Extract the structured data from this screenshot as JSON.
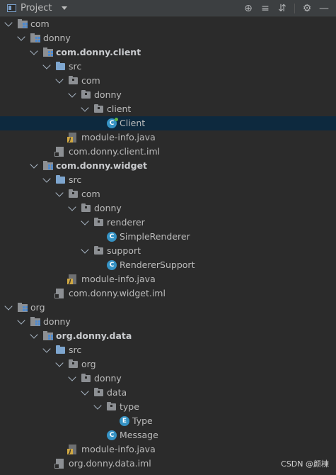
{
  "toolbar": {
    "title": "Project"
  },
  "tree": [
    {
      "label": "com",
      "depth": 0,
      "kind": "modfolder",
      "expanded": true,
      "bold": false
    },
    {
      "label": "donny",
      "depth": 1,
      "kind": "modfolder",
      "expanded": true,
      "bold": false
    },
    {
      "label": "com.donny.client",
      "depth": 2,
      "kind": "modfolder",
      "expanded": true,
      "bold": true
    },
    {
      "label": "src",
      "depth": 3,
      "kind": "src",
      "expanded": true,
      "bold": false
    },
    {
      "label": "com",
      "depth": 4,
      "kind": "package",
      "expanded": true,
      "bold": false
    },
    {
      "label": "donny",
      "depth": 5,
      "kind": "package",
      "expanded": true,
      "bold": false
    },
    {
      "label": "client",
      "depth": 6,
      "kind": "package",
      "expanded": true,
      "bold": false
    },
    {
      "label": "Client",
      "depth": 7,
      "kind": "class-run",
      "expanded": null,
      "bold": false,
      "selected": true
    },
    {
      "label": "module-info.java",
      "depth": 4,
      "kind": "java",
      "expanded": null,
      "bold": false
    },
    {
      "label": "com.donny.client.iml",
      "depth": 3,
      "kind": "iml",
      "expanded": null,
      "bold": false
    },
    {
      "label": "com.donny.widget",
      "depth": 2,
      "kind": "modfolder",
      "expanded": true,
      "bold": true
    },
    {
      "label": "src",
      "depth": 3,
      "kind": "src",
      "expanded": true,
      "bold": false
    },
    {
      "label": "com",
      "depth": 4,
      "kind": "package",
      "expanded": true,
      "bold": false
    },
    {
      "label": "donny",
      "depth": 5,
      "kind": "package",
      "expanded": true,
      "bold": false
    },
    {
      "label": "renderer",
      "depth": 6,
      "kind": "package",
      "expanded": true,
      "bold": false
    },
    {
      "label": "SimpleRenderer",
      "depth": 7,
      "kind": "class",
      "expanded": null,
      "bold": false
    },
    {
      "label": "support",
      "depth": 6,
      "kind": "package",
      "expanded": true,
      "bold": false
    },
    {
      "label": "RendererSupport",
      "depth": 7,
      "kind": "class",
      "expanded": null,
      "bold": false
    },
    {
      "label": "module-info.java",
      "depth": 4,
      "kind": "java",
      "expanded": null,
      "bold": false
    },
    {
      "label": "com.donny.widget.iml",
      "depth": 3,
      "kind": "iml",
      "expanded": null,
      "bold": false
    },
    {
      "label": "org",
      "depth": 0,
      "kind": "modfolder",
      "expanded": true,
      "bold": false
    },
    {
      "label": "donny",
      "depth": 1,
      "kind": "modfolder",
      "expanded": true,
      "bold": false
    },
    {
      "label": "org.donny.data",
      "depth": 2,
      "kind": "modfolder",
      "expanded": true,
      "bold": true
    },
    {
      "label": "src",
      "depth": 3,
      "kind": "src",
      "expanded": true,
      "bold": false
    },
    {
      "label": "org",
      "depth": 4,
      "kind": "package",
      "expanded": true,
      "bold": false
    },
    {
      "label": "donny",
      "depth": 5,
      "kind": "package",
      "expanded": true,
      "bold": false
    },
    {
      "label": "data",
      "depth": 6,
      "kind": "package",
      "expanded": true,
      "bold": false
    },
    {
      "label": "type",
      "depth": 7,
      "kind": "package",
      "expanded": true,
      "bold": false
    },
    {
      "label": "Type",
      "depth": 8,
      "kind": "enum",
      "expanded": null,
      "bold": false
    },
    {
      "label": "Message",
      "depth": 7,
      "kind": "class",
      "expanded": null,
      "bold": false
    },
    {
      "label": "module-info.java",
      "depth": 4,
      "kind": "java",
      "expanded": null,
      "bold": false
    },
    {
      "label": "org.donny.data.iml",
      "depth": 3,
      "kind": "iml",
      "expanded": null,
      "bold": false
    }
  ],
  "watermark": "CSDN @颜棟"
}
